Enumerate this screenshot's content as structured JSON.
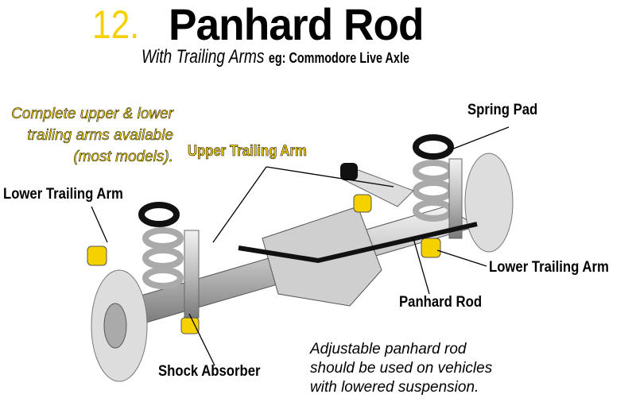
{
  "header": {
    "number": "12.",
    "title": "Panhard Rod",
    "subtitle": "With Trailing Arms",
    "example": "eg: Commodore Live Axle"
  },
  "note": {
    "lines": [
      "Complete upper & lower",
      "trailing arms available",
      "(most models)."
    ]
  },
  "labels": {
    "spring_pad": "Spring Pad",
    "upper_trailing_arm": "Upper Trailing Arm",
    "lower_trailing_arm_left": "Lower Trailing Arm",
    "lower_trailing_arm_right": "Lower Trailing Arm",
    "panhard_rod": "Panhard Rod",
    "shock_absorber": "Shock Absorber"
  },
  "bottom_note": {
    "lines": [
      "Adjustable panhard rod",
      "should be used on vehicles",
      "with lowered suspension."
    ]
  },
  "colors": {
    "accent": "#f5d100",
    "text": "#000000",
    "metal": "#c8c8c8"
  }
}
